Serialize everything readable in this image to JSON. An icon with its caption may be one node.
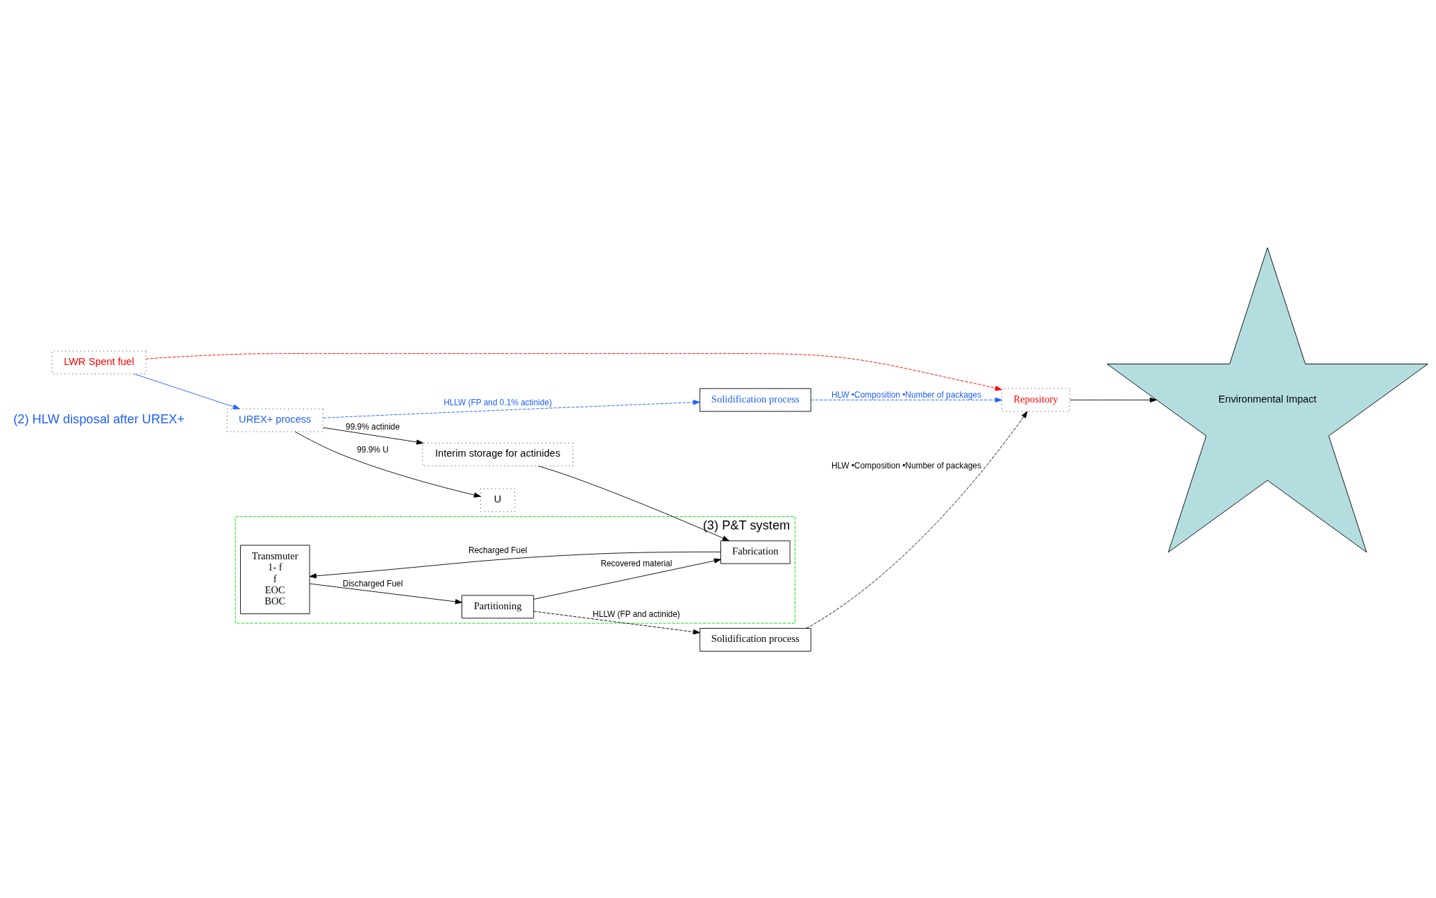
{
  "diagram": {
    "nodes": [
      {
        "text": [
          "LWR Spent fuel"
        ]
      },
      {
        "text": [
          "UREX+ process"
        ]
      },
      {
        "text": [
          "Solidification process"
        ]
      },
      {
        "text": [
          "U"
        ]
      },
      {
        "text": [
          "(3) P&T system"
        ]
      },
      {
        "text": [
          "Transmuter",
          "1- f",
          "f",
          "EOC",
          "BOC"
        ],
        "in": 4
      },
      {
        "text": [
          "Partitioning"
        ],
        "in": 4
      },
      {
        "text": [
          "Fabrication"
        ],
        "in": 4
      },
      {
        "text": [
          "Solidification process"
        ]
      },
      {
        "text": [
          "Repository"
        ]
      },
      {
        "text": [
          "Interim storage for actinides"
        ]
      },
      {
        "text": [
          "Environmental Impact"
        ]
      }
    ],
    "edges": [
      {
        "from": 0,
        "to": 1,
        "arrow": "to",
        "color": "#1f5fff"
      },
      {
        "from": 1,
        "to": 2,
        "arrow": "to",
        "label": "HLLW (FP and 0.1% actinide)",
        "style": "dashed",
        "color": "#1f5fff"
      },
      {
        "from": 1,
        "to": 3,
        "arrow": "to",
        "label": "99.9% U"
      },
      {
        "from": 1,
        "to": 10,
        "arrow": "to",
        "label": "99.9% actinide"
      },
      {
        "from": 2,
        "to": 9,
        "arrow": "to",
        "label": "HLW •Composition •Number of packages",
        "style": "dashed",
        "color": "#1f5fff"
      },
      {
        "from": 0,
        "to": 9,
        "arrow": "to",
        "style": "dashed",
        "color": "#ff0000"
      },
      {
        "from": 5,
        "to": 6,
        "arrow": "to",
        "label": "Discharged Fuel"
      },
      {
        "from": 6,
        "to": 8,
        "arrow": "to",
        "label": "HLLW (FP and actinide)",
        "style": "dashed"
      },
      {
        "from": 6,
        "to": 7,
        "arrow": "to",
        "label": "Recovered material"
      },
      {
        "from": 7,
        "to": 5,
        "arrow": "to",
        "label": "Recharged Fuel"
      },
      {
        "from": 10,
        "to": 7,
        "arrow": "to"
      },
      {
        "from": 8,
        "to": 9,
        "arrow": "to",
        "label": "HLW •Composition •Number of packages",
        "style": "dashed"
      },
      {
        "from": 9,
        "to": 11,
        "arrow": "to"
      }
    ],
    "labels": [
      "(2) HLW disposal after UREX+"
    ]
  }
}
